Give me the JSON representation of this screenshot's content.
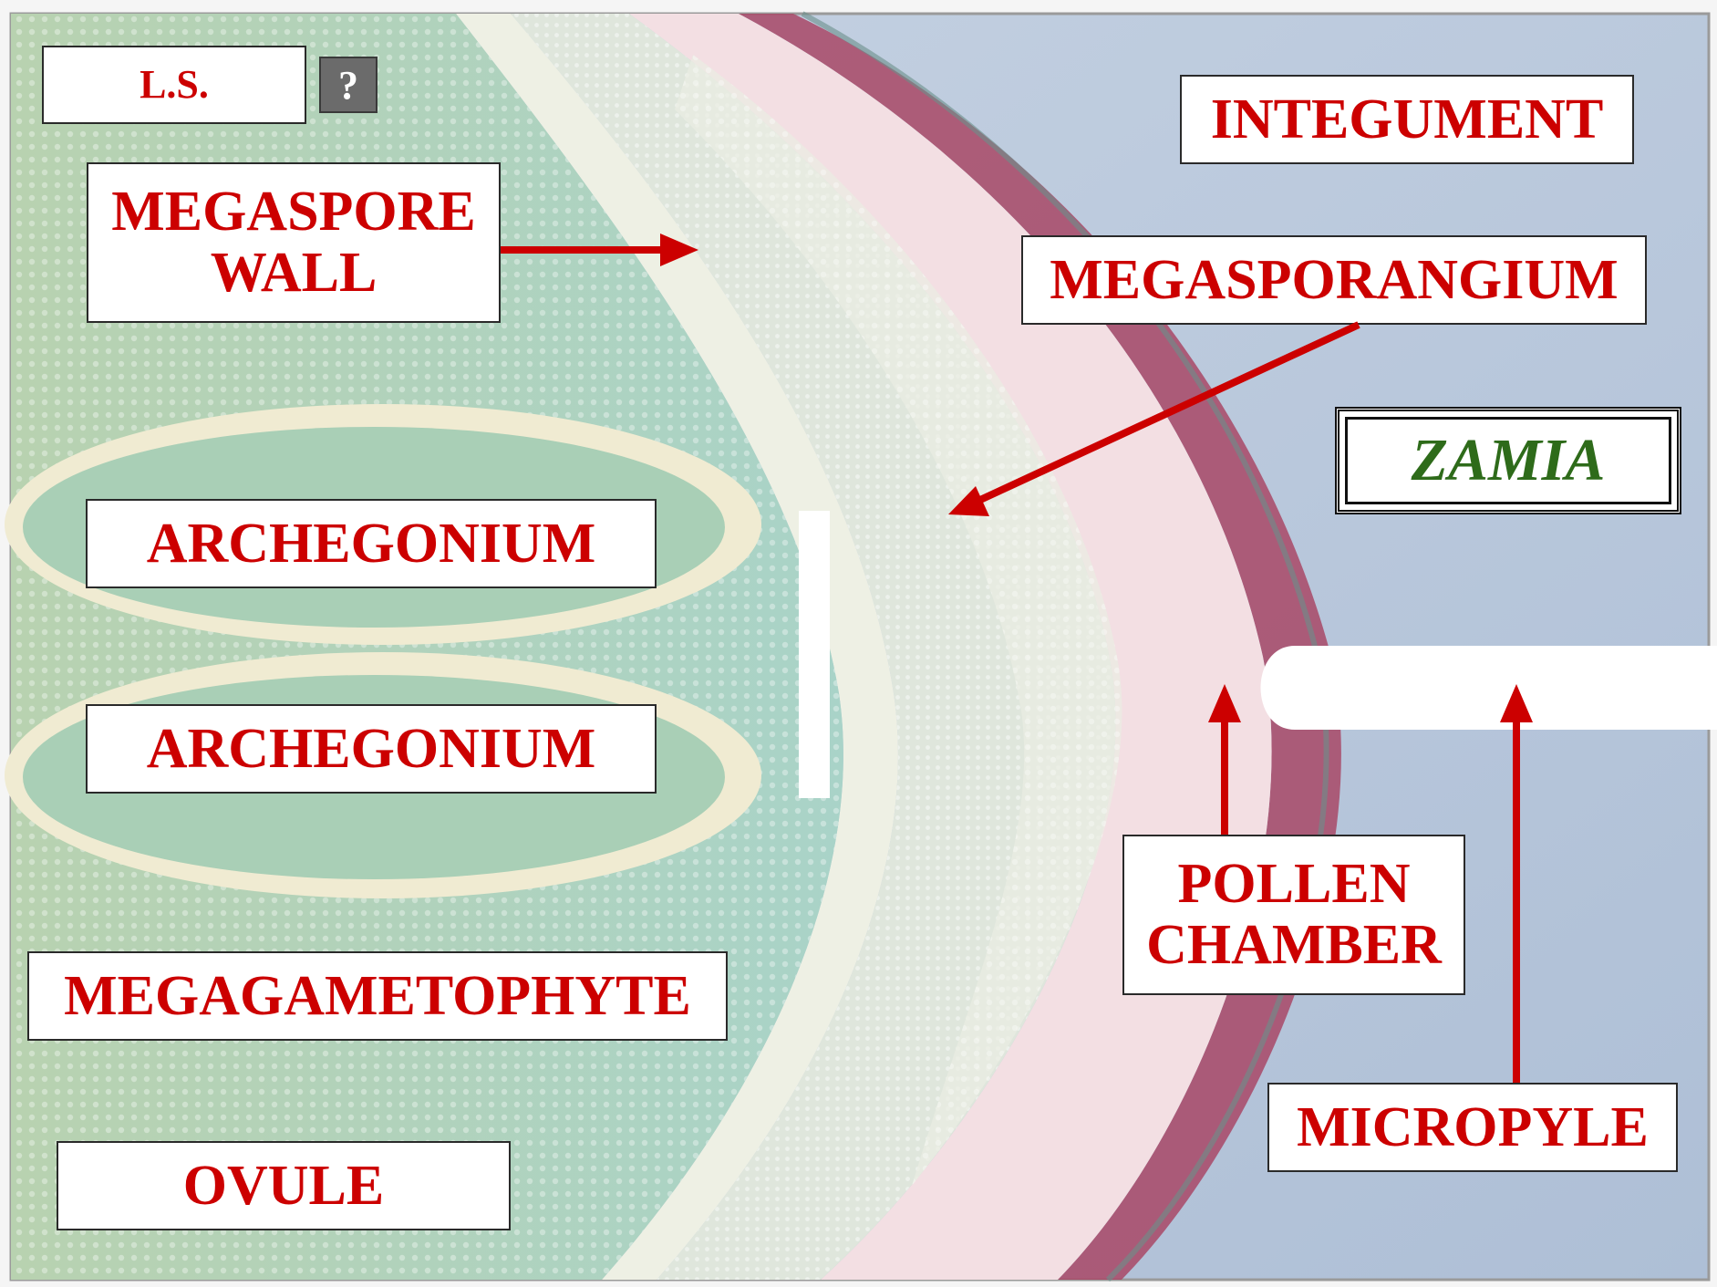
{
  "labels": {
    "section": "L.S.",
    "help": "?",
    "megaspore_wall": "MEGASPORE\nWALL",
    "integument": "INTEGUMENT",
    "megasporangium": "MEGASPORANGIUM",
    "genus": "ZAMIA",
    "archegonium_upper": "ARCHEGONIUM",
    "archegonium_lower": "ARCHEGONIUM",
    "megagametophyte": "MEGAGAMETOPHYTE",
    "ovule": "OVULE",
    "pollen_chamber": "POLLEN\nCHAMBER",
    "micropyle": "MICROPYLE"
  },
  "colors": {
    "label_text": "#cc0000",
    "arrow": "#cc0000",
    "genus_text": "#2e6b1a",
    "gametophyte_tissue": "#bcd9c4",
    "nucellus_tissue": "#dfe8df",
    "wall_pink": "#f3dfe3",
    "integument_red": "#9a3a55",
    "background_blue": "#b9c9dc"
  }
}
